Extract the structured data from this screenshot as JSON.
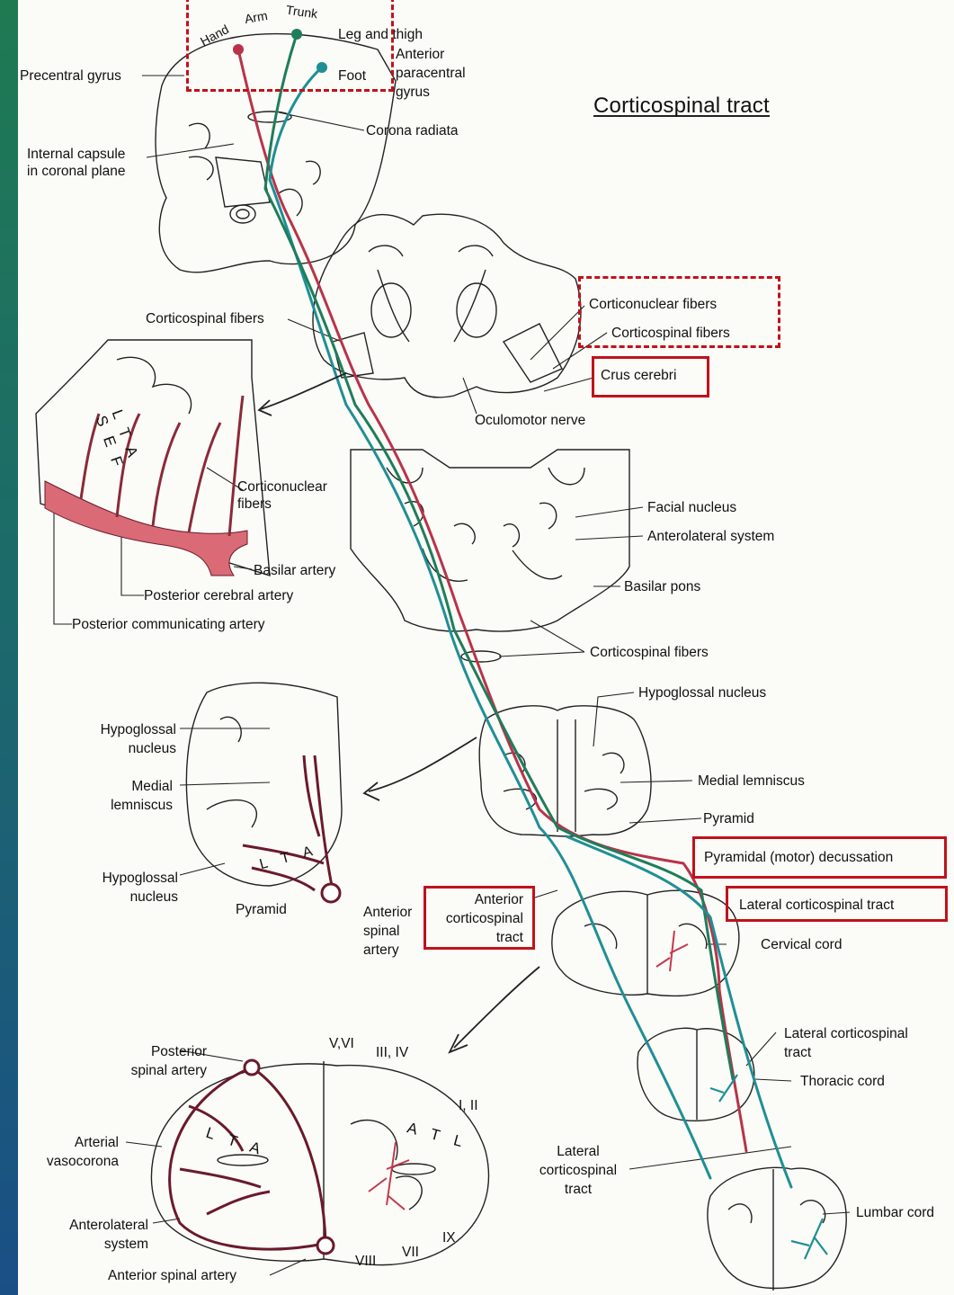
{
  "title": "Corticospinal tract",
  "colors": {
    "artery": "#d96a76",
    "artery_dark": "#6a1a2a",
    "tract_red": "#b8334a",
    "tract_teal": "#1f8f95",
    "tract_green": "#1e7d5a",
    "highlight": "#c0121b"
  },
  "cortex": {
    "hand": "Hand",
    "arm": "Arm",
    "trunk": "Trunk",
    "leg_thigh": "Leg and thigh",
    "foot": "Foot",
    "anterior_paracentral": "Anterior\nparacentral\ngyrus",
    "precentral_gyrus": "Precentral gyrus",
    "corona_radiata": "Corona radiata",
    "internal_capsule": "Internal capsule\nin coronal plane"
  },
  "midbrain": {
    "corticospinal_fibers_left": "Corticospinal fibers",
    "corticonuclear_fibers": "Corticonuclear fibers",
    "corticospinal_fibers_right": "Corticospinal fibers",
    "crus_cerebri": "Crus cerebri",
    "oculomotor_nerve": "Oculomotor nerve"
  },
  "midbrain_inset": {
    "letters": "L T A\nS E F",
    "corticonuclear_fibers": "Corticonuclear\nfibers",
    "basilar_artery": "Basilar artery",
    "posterior_cerebral_artery": "Posterior cerebral artery",
    "posterior_communicating_artery": "Posterior communicating artery"
  },
  "pons": {
    "facial_nucleus": "Facial nucleus",
    "anterolateral_system": "Anterolateral system",
    "basilar_pons": "Basilar pons",
    "corticospinal_fibers": "Corticospinal fibers"
  },
  "medulla": {
    "hypoglossal_nucleus": "Hypoglossal nucleus",
    "medial_lemniscus": "Medial lemniscus",
    "pyramid": "Pyramid",
    "pyramidal_decussation": "Pyramidal (motor) decussation",
    "lateral_corticospinal_tract": "Lateral corticospinal tract",
    "anterior_corticospinal_tract": "Anterior\ncorticospinal\ntract"
  },
  "medulla_inset": {
    "hypoglossal_nucleus_top": "Hypoglossal\nnucleus",
    "medial_lemniscus": "Medial\nlemniscus",
    "hypoglossal_nucleus_bottom": "Hypoglossal\nnucleus",
    "pyramid": "Pyramid",
    "anterior_spinal_artery": "Anterior\nspinal\nartery",
    "letters": "L T A"
  },
  "cord": {
    "cervical_cord": "Cervical cord",
    "lateral_corticospinal_tract": "Lateral corticospinal\ntract",
    "thoracic_cord": "Thoracic cord",
    "lumbar_cord": "Lumbar cord",
    "lateral_corticospinal_tract_2": "Lateral\ncorticospinal\ntract"
  },
  "cord_inset": {
    "posterior_spinal_artery": "Posterior\nspinal artery",
    "arterial_vasocorona": "Arterial\nvasocorona",
    "anterolateral_system": "Anterolateral\nsystem",
    "anterior_spinal_artery": "Anterior spinal artery",
    "lamina_v_vi": "V,VI",
    "lamina_iii_iv": "III, IV",
    "lamina_i_ii": "I, II",
    "lamina_ix": "IX",
    "lamina_vii": "VII",
    "lamina_viii": "VIII",
    "letters_left": "L T A",
    "letters_right": "A T L"
  }
}
